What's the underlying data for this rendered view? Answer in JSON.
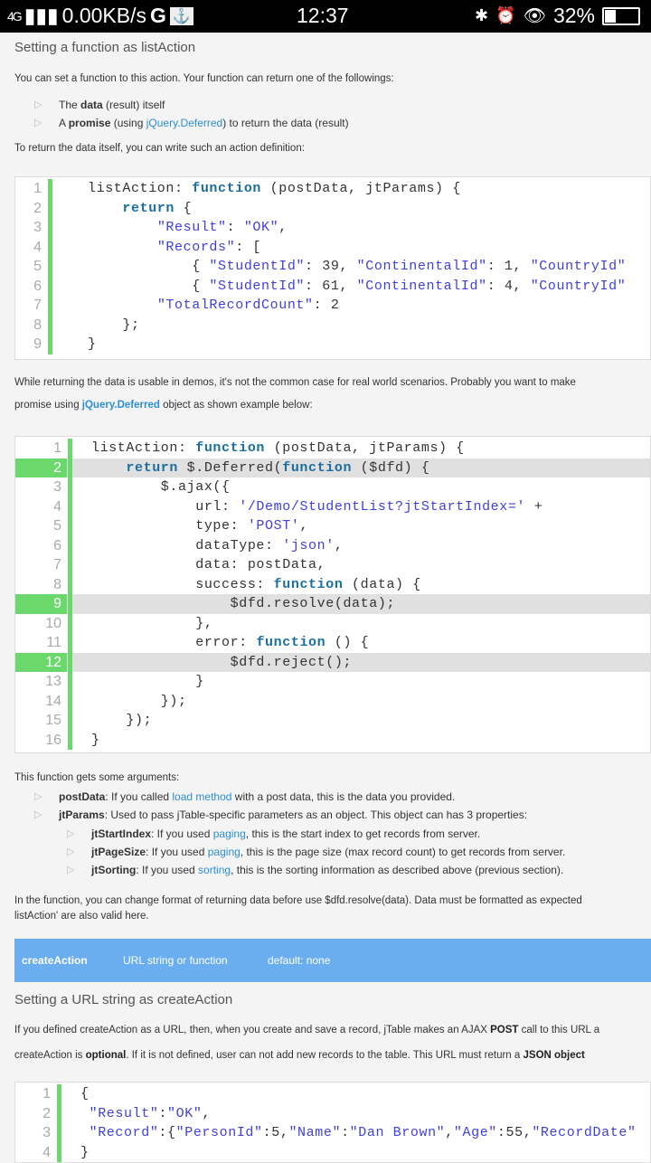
{
  "status_bar": {
    "network": "4G",
    "speed": "0.00KB/s",
    "carrier_icon": "G",
    "time": "12:37",
    "battery": "32%",
    "battery_level": 0.32
  },
  "section1": {
    "title": "Setting a function as listAction",
    "intro": "You can set a function to this action. Your function can return one of the followings:",
    "bullets": [
      [
        {
          "t": "The "
        },
        {
          "t": "data",
          "b": true
        },
        {
          "t": " (result) itself"
        }
      ],
      [
        {
          "t": "A "
        },
        {
          "t": "promise",
          "b": true
        },
        {
          "t": " (using "
        },
        {
          "t": "jQuery.Deferred",
          "link": true
        },
        {
          "t": ") to return the data (result)"
        }
      ]
    ],
    "lead": "To return the data itself, you can write such an action definition:",
    "code": [
      {
        "tokens": [
          [
            "p",
            "listAction: "
          ],
          [
            "k",
            "function"
          ],
          [
            "p",
            " (postData, jtParams) {"
          ]
        ]
      },
      {
        "tokens": [
          [
            "p",
            "    "
          ],
          [
            "k",
            "return"
          ],
          [
            "p",
            " {"
          ]
        ]
      },
      {
        "tokens": [
          [
            "p",
            "        "
          ],
          [
            "s",
            "\"Result\""
          ],
          [
            "p",
            ": "
          ],
          [
            "s",
            "\"OK\""
          ],
          [
            "p",
            ","
          ]
        ]
      },
      {
        "tokens": [
          [
            "p",
            "        "
          ],
          [
            "s",
            "\"Records\""
          ],
          [
            "p",
            ": ["
          ]
        ]
      },
      {
        "tokens": [
          [
            "p",
            "            { "
          ],
          [
            "s",
            "\"StudentId\""
          ],
          [
            "p",
            ": 39, "
          ],
          [
            "s",
            "\"ContinentalId\""
          ],
          [
            "p",
            ": 1, "
          ],
          [
            "s",
            "\"CountryId\""
          ]
        ]
      },
      {
        "tokens": [
          [
            "p",
            "            { "
          ],
          [
            "s",
            "\"StudentId\""
          ],
          [
            "p",
            ": 61, "
          ],
          [
            "s",
            "\"ContinentalId\""
          ],
          [
            "p",
            ": 4, "
          ],
          [
            "s",
            "\"CountryId\""
          ]
        ]
      },
      {
        "tokens": [
          [
            "p",
            "        "
          ],
          [
            "s",
            "\"TotalRecordCount\""
          ],
          [
            "p",
            ": 2"
          ]
        ]
      },
      {
        "tokens": [
          [
            "p",
            "    };"
          ]
        ]
      },
      {
        "tokens": [
          [
            "p",
            "}"
          ]
        ]
      }
    ]
  },
  "section2": {
    "para1": [
      {
        "t": "While returning the data is usable in demos, it's not the common case for real world scenarios. Probably you want to make"
      }
    ],
    "para2": [
      {
        "t": "promise using "
      },
      {
        "t": "jQuery.Deferred",
        "link": true,
        "b": true
      },
      {
        "t": " object as shown example below:"
      }
    ],
    "code": [
      {
        "tokens": [
          [
            "p",
            "listAction: "
          ],
          [
            "k",
            "function"
          ],
          [
            "p",
            " (postData, jtParams) {"
          ]
        ]
      },
      {
        "hl": true,
        "tokens": [
          [
            "p",
            "    "
          ],
          [
            "k",
            "return"
          ],
          [
            "p",
            " $.Deferred("
          ],
          [
            "k",
            "function"
          ],
          [
            "p",
            " ($dfd) {"
          ]
        ]
      },
      {
        "tokens": [
          [
            "p",
            "        $.ajax({"
          ]
        ]
      },
      {
        "tokens": [
          [
            "p",
            "            url: "
          ],
          [
            "s",
            "'/Demo/StudentList?jtStartIndex='"
          ],
          [
            "p",
            " +"
          ]
        ]
      },
      {
        "tokens": [
          [
            "p",
            "            type: "
          ],
          [
            "s",
            "'POST'"
          ],
          [
            "p",
            ","
          ]
        ]
      },
      {
        "tokens": [
          [
            "p",
            "            dataType: "
          ],
          [
            "s",
            "'json'"
          ],
          [
            "p",
            ","
          ]
        ]
      },
      {
        "tokens": [
          [
            "p",
            "            data: postData,"
          ]
        ]
      },
      {
        "tokens": [
          [
            "p",
            "            success: "
          ],
          [
            "k",
            "function"
          ],
          [
            "p",
            " (data) {"
          ]
        ]
      },
      {
        "hl": true,
        "tokens": [
          [
            "p",
            "                $dfd.resolve(data);"
          ]
        ]
      },
      {
        "tokens": [
          [
            "p",
            "            },"
          ]
        ]
      },
      {
        "tokens": [
          [
            "p",
            "            error: "
          ],
          [
            "k",
            "function"
          ],
          [
            "p",
            " () {"
          ]
        ]
      },
      {
        "hl": true,
        "tokens": [
          [
            "p",
            "                $dfd.reject();"
          ]
        ]
      },
      {
        "tokens": [
          [
            "p",
            "            }"
          ]
        ]
      },
      {
        "tokens": [
          [
            "p",
            "        });"
          ]
        ]
      },
      {
        "tokens": [
          [
            "p",
            "    });"
          ]
        ]
      },
      {
        "tokens": [
          [
            "p",
            "}"
          ]
        ]
      }
    ]
  },
  "section3": {
    "intro": "This function gets some arguments:",
    "args": [
      {
        "level": 1,
        "segs": [
          {
            "t": "postData",
            "b": true
          },
          {
            "t": ": If you called "
          },
          {
            "t": "load method",
            "link": true
          },
          {
            "t": " with a post data, this is the data you provided."
          }
        ]
      },
      {
        "level": 1,
        "segs": [
          {
            "t": "jtParams",
            "b": true
          },
          {
            "t": ": Used to pass jTable-specific parameters as an object. This object can has 3 properties:"
          }
        ]
      },
      {
        "level": 2,
        "segs": [
          {
            "t": "jtStartIndex",
            "b": true
          },
          {
            "t": ": If you used "
          },
          {
            "t": "paging",
            "link": true
          },
          {
            "t": ", this is the start index to get records from server."
          }
        ]
      },
      {
        "level": 2,
        "segs": [
          {
            "t": "jtPageSize",
            "b": true
          },
          {
            "t": ": If you used "
          },
          {
            "t": "paging",
            "link": true
          },
          {
            "t": ", this is the page size (max record count) to get records from server."
          }
        ]
      },
      {
        "level": 2,
        "segs": [
          {
            "t": "jtSorting",
            "b": true
          },
          {
            "t": ": If you used "
          },
          {
            "t": "sorting",
            "link": true
          },
          {
            "t": ", this is the sorting information as described above (previous section)."
          }
        ]
      }
    ],
    "note1": "In the function, you can change format of returning data before use $dfd.resolve(data). Data must be formatted as expected",
    "note2": "listAction' are also valid here."
  },
  "option_band": {
    "name": "createAction",
    "type": "URL string or function",
    "default": "default: none",
    "color": "#6aaef0"
  },
  "section4": {
    "title": "Setting a URL string as createAction",
    "para1": [
      {
        "t": "If you defined createAction as a URL, then, when you create and save a record, jTable makes an AJAX "
      },
      {
        "t": "POST",
        "b": true
      },
      {
        "t": " call to this URL a"
      }
    ],
    "para2": [
      {
        "t": "createAction is "
      },
      {
        "t": "optional",
        "b": true
      },
      {
        "t": ". If it is not defined, user can not add new records to the table. This URL must return a "
      },
      {
        "t": "JSON object",
        "b": true
      }
    ],
    "code": [
      {
        "tokens": [
          [
            "p",
            "{"
          ]
        ]
      },
      {
        "tokens": [
          [
            "p",
            " "
          ],
          [
            "s",
            "\"Result\""
          ],
          [
            "p",
            ":"
          ],
          [
            "s",
            "\"OK\""
          ],
          [
            "p",
            ","
          ]
        ]
      },
      {
        "tokens": [
          [
            "p",
            " "
          ],
          [
            "s",
            "\"Record\""
          ],
          [
            "p",
            ":{"
          ],
          [
            "s",
            "\"PersonId\""
          ],
          [
            "p",
            ":5,"
          ],
          [
            "s",
            "\"Name\""
          ],
          [
            "p",
            ":"
          ],
          [
            "s",
            "\"Dan Brown\""
          ],
          [
            "p",
            ","
          ],
          [
            "s",
            "\"Age\""
          ],
          [
            "p",
            ":55,"
          ],
          [
            "s",
            "\"RecordDate\""
          ]
        ]
      },
      {
        "tokens": [
          [
            "p",
            "}"
          ]
        ]
      }
    ]
  }
}
